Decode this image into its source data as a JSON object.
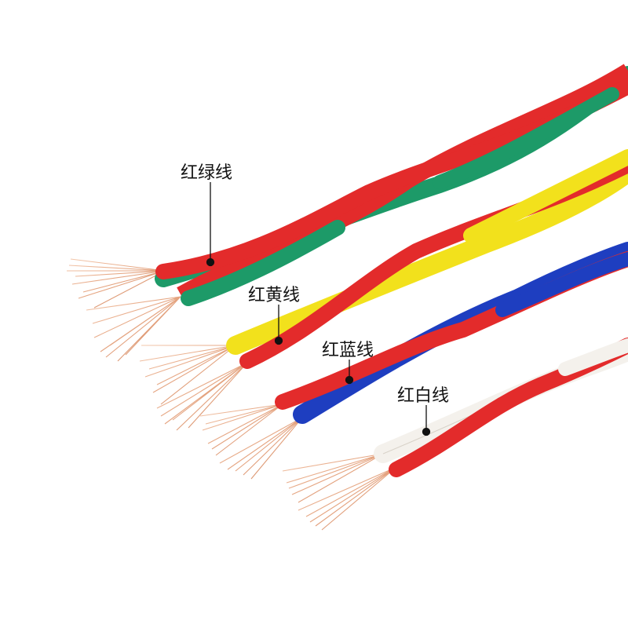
{
  "cables": [
    {
      "label": "红绿线",
      "colors": [
        "#e32b2b",
        "#1d9a68"
      ]
    },
    {
      "label": "红黄线",
      "colors": [
        "#e32b2b",
        "#f2e11c"
      ]
    },
    {
      "label": "红蓝线",
      "colors": [
        "#e32b2b",
        "#1e3ec0"
      ]
    },
    {
      "label": "红白线",
      "colors": [
        "#e32b2b",
        "#f4f1ec"
      ]
    }
  ],
  "copper_color": "#e7a47f",
  "leader_line_color": "#111111"
}
